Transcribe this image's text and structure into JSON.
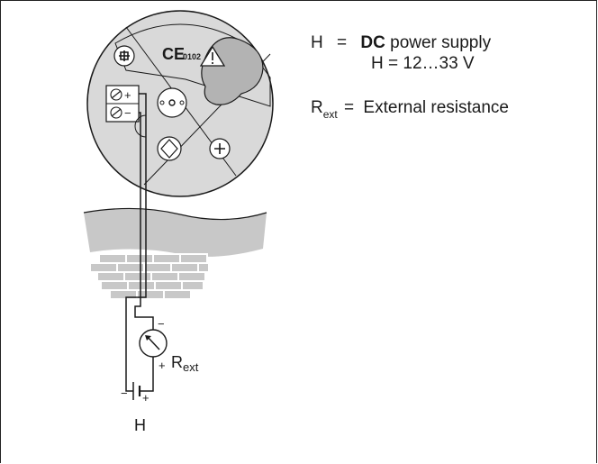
{
  "diagram": {
    "ce_mark": "CE",
    "notified_body": "0102",
    "terminal_plus": "+",
    "terminal_minus": "−",
    "meter_minus": "−",
    "meter_plus": "+",
    "meter_label_main": "R",
    "meter_label_sub": "ext",
    "battery_minus": "−",
    "battery_plus": "+",
    "supply_label": "H"
  },
  "legend": {
    "h_symbol": "H",
    "equals": "=",
    "h_desc_bold": "DC",
    "h_desc_rest": " power supply",
    "h_voltage": "H = 12…33 V",
    "r_symbol_main": "R",
    "r_symbol_sub": "ext",
    "r_equals": "=",
    "r_desc": "External resistance"
  },
  "colors": {
    "housing": "#d9d9d9",
    "cable_gland": "#c8c8c8",
    "knob": "#b3b3b3",
    "line": "#1a1a1a"
  }
}
